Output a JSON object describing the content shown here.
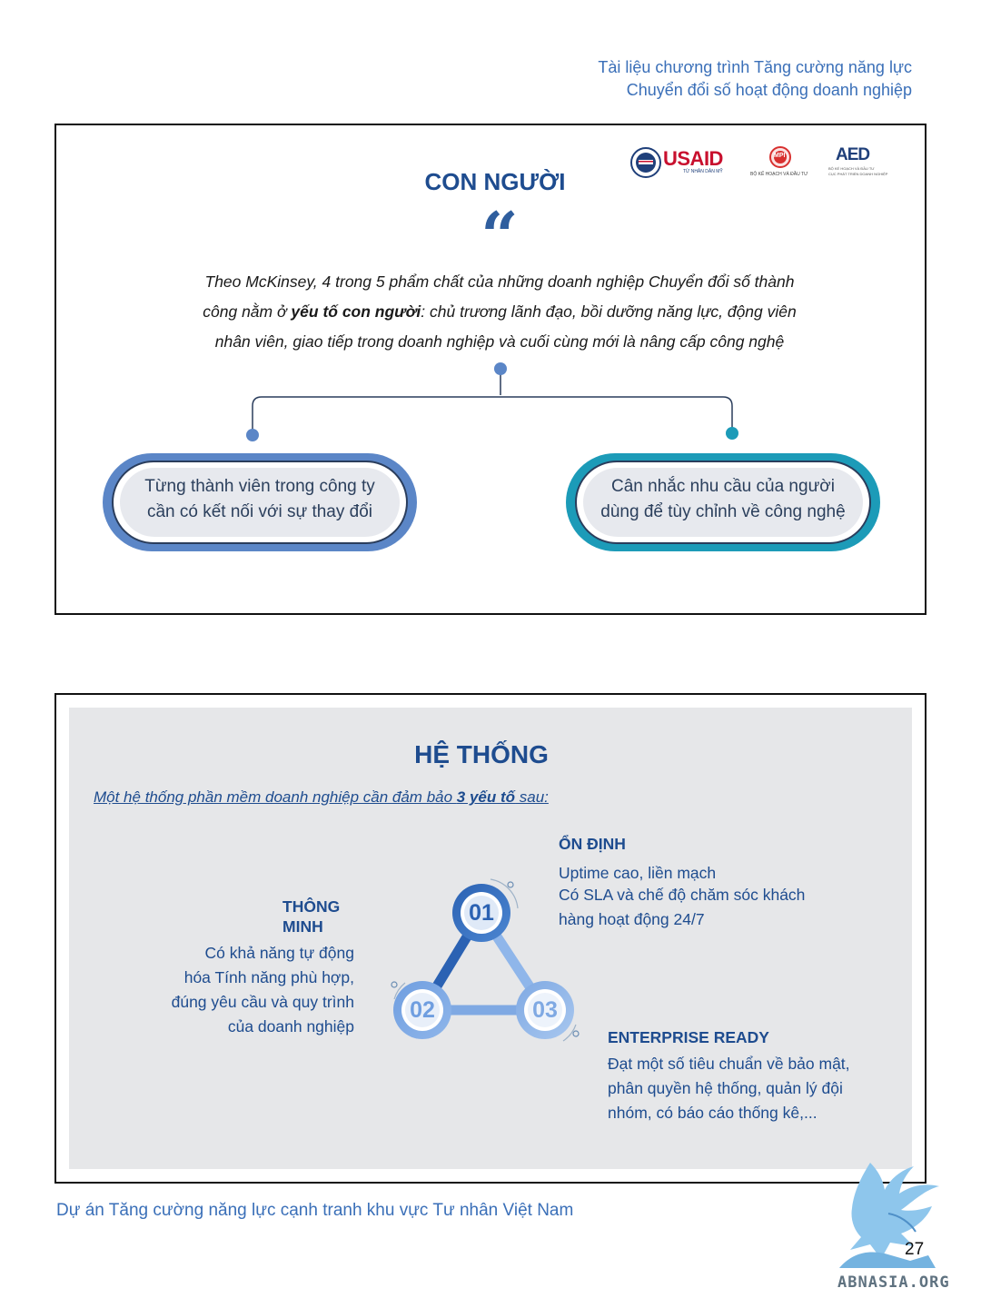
{
  "header": {
    "line1": "Tài liệu chương trình Tăng cường năng lực",
    "line2": "Chuyển đổi số hoạt động doanh nghiệp"
  },
  "logos": {
    "usaid": "USAID",
    "usaid_sub": "TỪ NHÂN DÂN MỸ",
    "mpi": "MPI",
    "mpi_sub": "BỘ KẾ HOẠCH VÀ ĐẦU TƯ",
    "aed": "AED",
    "aed_sub1": "BỘ KẾ HOẠCH VÀ ĐẦU TƯ",
    "aed_sub2": "CỤC PHÁT TRIỂN DOANH NGHIỆP"
  },
  "people": {
    "title": "CON NGƯỜI",
    "quote_mark": "“",
    "quote": {
      "line1": "Theo McKinsey, 4 trong 5 phẩm chất của những doanh nghiệp Chuyển đổi số thành",
      "line2_pre": "công nằm ở ",
      "line2_bold": "yếu tố con người",
      "line2_post": ": chủ trương lãnh đạo, bồi dưỡng năng lực, động viên",
      "line3": "nhân viên, giao tiếp trong doanh nghiệp và cuối cùng mới là nâng cấp công nghệ"
    },
    "left_card": {
      "line1": "Từng thành viên trong công ty",
      "line2": "cần có kết nối với sự thay đổi"
    },
    "right_card": {
      "line1": "Cân nhắc nhu cầu của người",
      "line2": "dùng để tùy chỉnh về công nghệ"
    },
    "colors": {
      "left": "#5b86c7",
      "right": "#1c9bb8",
      "title": "#1e4c8f"
    }
  },
  "system": {
    "title": "HỆ THỐNG",
    "intro_pre": "Một hệ thống phần mềm doanh nghiệp cần đảm bảo ",
    "intro_bold": "3 yếu tố",
    "intro_post": " sau:",
    "node1": "01",
    "node2": "02",
    "node3": "03",
    "stable": {
      "title": "ỔN ĐỊNH",
      "line1": "Uptime cao, liền mạch",
      "line2": "Có SLA và chế độ chăm sóc khách",
      "line3": "hàng hoạt động 24/7"
    },
    "smart": {
      "title1": "THÔNG",
      "title2": "MINH",
      "line1": "Có khả năng tự động",
      "line2": "hóa  Tính năng phù hợp,",
      "line3": "đúng yêu cầu  và quy trình",
      "line4": "của doanh nghiệp"
    },
    "enterprise": {
      "title": "ENTERPRISE READY",
      "line1": "Đạt một số tiêu chuẩn về bảo mật,",
      "line2": "phân quyền hệ thống, quản lý đội",
      "line3": "nhóm, có báo cáo thống kê,..."
    }
  },
  "footer": {
    "project": "Dự án Tăng cường năng lực cạnh tranh khu vực Tư nhân Việt Nam",
    "page": "27",
    "watermark": "ABNASIA.ORG"
  }
}
